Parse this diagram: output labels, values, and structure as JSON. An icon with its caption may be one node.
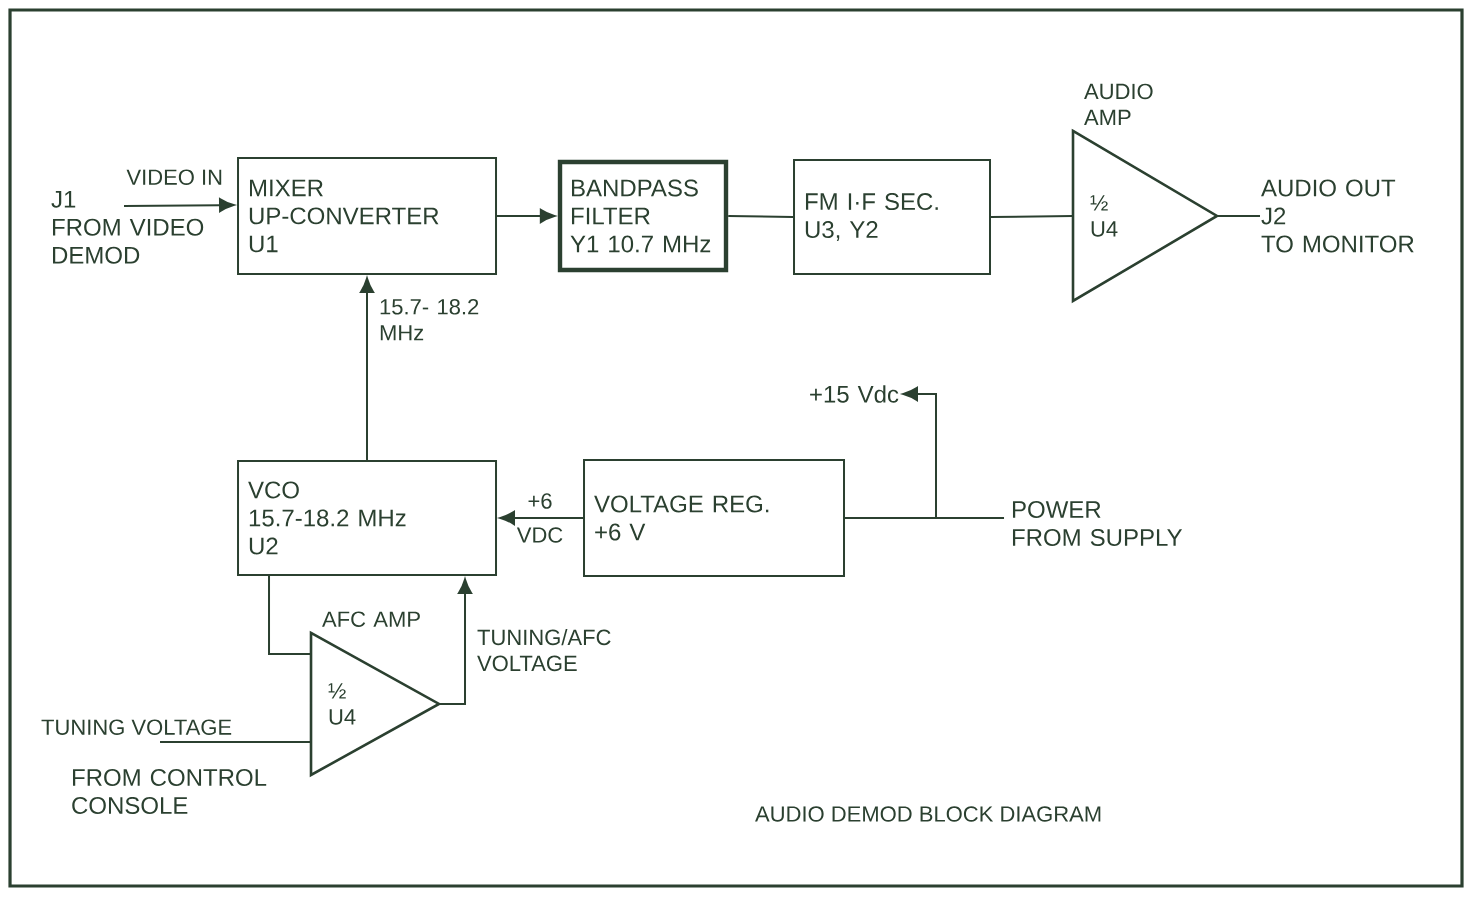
{
  "diagram": {
    "caption": "AUDIO DEMOD BLOCK DIAGRAM",
    "nodes": [
      {
        "text": [
          "J1",
          "FROM VIDEO DEMOD"
        ]
      },
      {
        "text": [
          "MIXER",
          "UP-CONVERTER",
          "U1"
        ]
      },
      {
        "text": [
          "BANDPASS FILTER",
          "Y1 10.7 MHz"
        ]
      },
      {
        "text": [
          "FM I·F SEC.",
          "U3, Y2"
        ]
      },
      {
        "text": [
          "AUDIO AMP",
          "½ U4"
        ]
      },
      {
        "text": [
          "AUDIO OUT",
          "J2",
          "TO MONITOR"
        ]
      },
      {
        "text": [
          "VCO",
          "15.7-18.2 MHz",
          "U2"
        ]
      },
      {
        "text": [
          "VOLTAGE REG.",
          "+6 V"
        ]
      },
      {
        "text": [
          "+15 Vdc"
        ]
      },
      {
        "text": [
          "POWER",
          "FROM SUPPLY"
        ]
      },
      {
        "text": [
          "AFC AMP",
          "½ U4"
        ]
      },
      {
        "text": [
          "FROM CONTROL CONSOLE"
        ]
      }
    ],
    "edges": [
      {
        "from": 0,
        "to": 1,
        "arrow": "to",
        "label": "VIDEO IN"
      },
      {
        "from": 1,
        "to": 2,
        "arrow": "to"
      },
      {
        "from": 2,
        "to": 3,
        "arrow": "none"
      },
      {
        "from": 3,
        "to": 4,
        "arrow": "none"
      },
      {
        "from": 4,
        "to": 5,
        "arrow": "none"
      },
      {
        "from": 6,
        "to": 1,
        "arrow": "to",
        "label": "15.7- 18.2 MHz"
      },
      {
        "from": 7,
        "to": 6,
        "arrow": "to",
        "label": "+6 VDC"
      },
      {
        "from": 9,
        "to": 7,
        "arrow": "none"
      },
      {
        "from": 9,
        "to": 8,
        "arrow": "to"
      },
      {
        "from": 6,
        "to": 10,
        "arrow": "none"
      },
      {
        "from": 10,
        "to": 6,
        "arrow": "to",
        "label": "TUNING/AFC VOLTAGE"
      },
      {
        "from": 11,
        "to": 10,
        "arrow": "none",
        "label": "TUNING VOLTAGE"
      }
    ]
  }
}
